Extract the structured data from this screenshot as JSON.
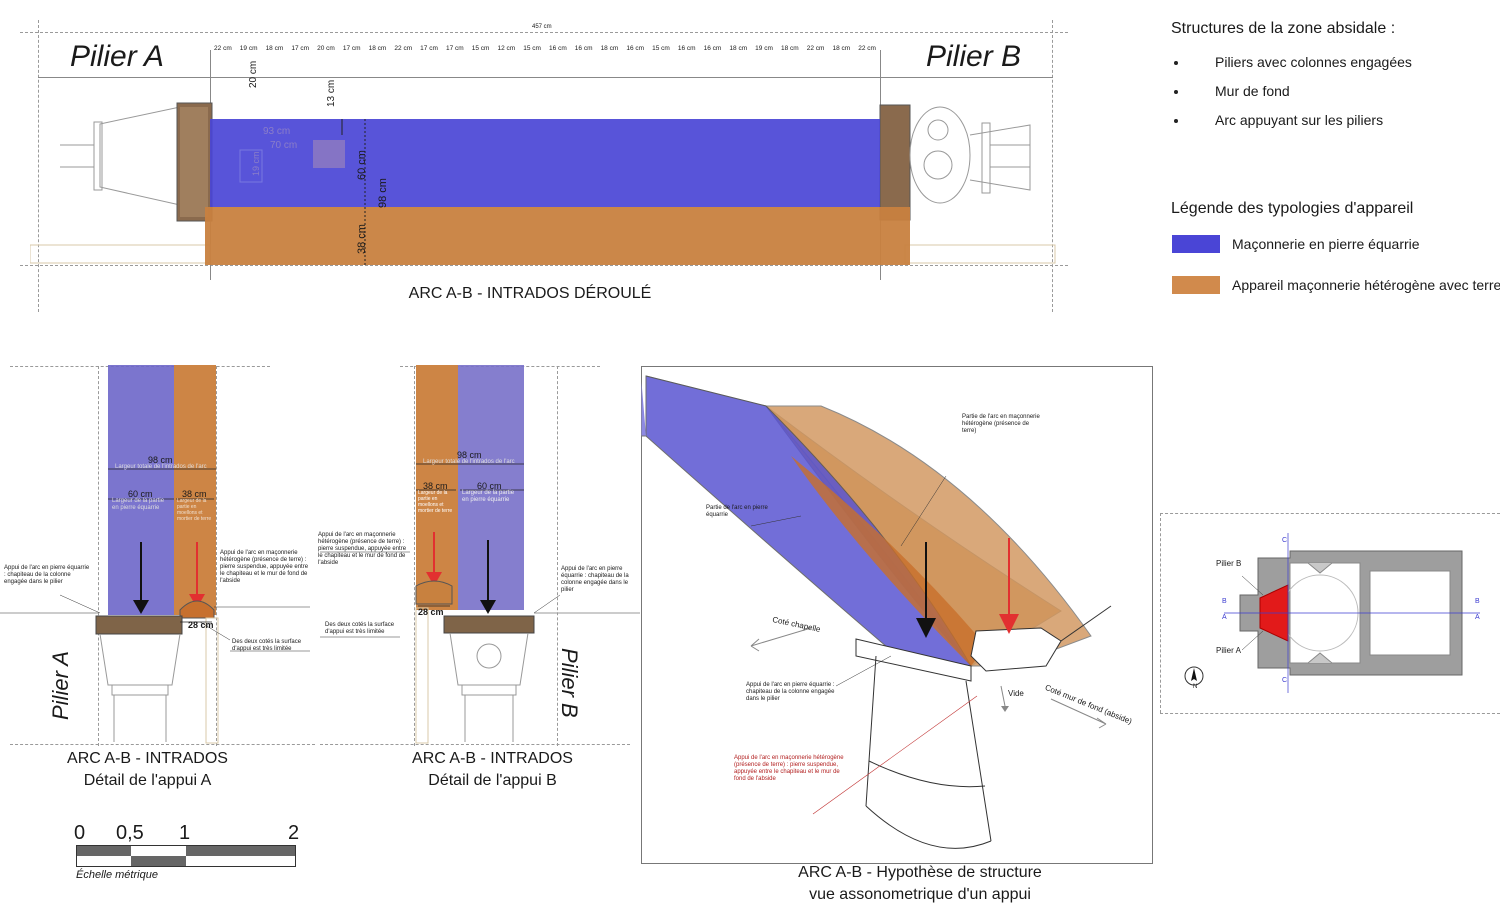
{
  "panel_top": {
    "total_width": "457 cm",
    "pillar_a": "Pilier A",
    "pillar_b": "Pilier B",
    "segments": [
      "22 cm",
      "19 cm",
      "18 cm",
      "17 cm",
      "20 cm",
      "17 cm",
      "18 cm",
      "22 cm",
      "17 cm",
      "17 cm",
      "15 cm",
      "12 cm",
      "15 cm",
      "16 cm",
      "16 cm",
      "18 cm",
      "16 cm",
      "15 cm",
      "16 cm",
      "16 cm",
      "18 cm",
      "19 cm",
      "18 cm",
      "22 cm",
      "18 cm",
      "22 cm"
    ],
    "dim_20": "20 cm",
    "dim_13": "13 cm",
    "dim_93": "93 cm",
    "dim_70": "70 cm",
    "dim_19": "19 cm",
    "dim_60": "60 cm",
    "dim_98": "98 cm",
    "dim_38": "38 cm",
    "caption": "ARC A-B  - INTRADOS DÉROULÉ"
  },
  "legend": {
    "structures_title": "Structures de la zone absidale :",
    "structures": [
      "Piliers avec colonnes engagées",
      "Mur de fond",
      "Arc appuyant sur les piliers"
    ],
    "types_title": "Légende des typologies d'appareil",
    "types": [
      {
        "label": "Maçonnerie en pierre équarrie",
        "color": "#4a45d6"
      },
      {
        "label": "Appareil maçonnerie hétérogène avec terre",
        "color": "#d18a4c"
      }
    ]
  },
  "detail_a": {
    "pillar": "Pilier A",
    "dim_98": "98 cm",
    "note_98": "Largeur totale de l'intrados de l'arc",
    "dim_60": "60 cm",
    "note_60": "Largeur de la partie en pierre équarrie",
    "dim_38": "38 cm",
    "note_38": "Largeur de la partie en moellons et mortier de terre",
    "dim_28": "28 cm",
    "ann_left": "Appui de l'arc en pierre équarrie : chapiteau de la colonne engagée dans le pilier",
    "ann_right": "Appui de l'arc en maçonnerie hétérogène (présence de terre) : pierre suspendue, appuyée entre le chapiteau et le mur de fond de l'abside",
    "ann_bottom": "Des deux cotés la surface d'appui est très limitée",
    "caption_1": "ARC A-B  - INTRADOS",
    "caption_2": "Détail de l'appui A"
  },
  "detail_b": {
    "pillar": "Pilier B",
    "dim_98": "98 cm",
    "note_98": "Largeur totale de l'intrados de l'arc",
    "dim_38": "38 cm",
    "note_38": "Largeur de la partie en moellons et mortier de terre",
    "dim_60": "60 cm",
    "note_60": "Largeur de la partie en pierre équarrie",
    "dim_28": "28 cm",
    "ann_left": "Appui de l'arc en maçonnerie hétérogène (présence de terre) : pierre suspendue, appuyée entre le chapiteau et le mur de fond de l'abside",
    "ann_right": "Appui de l'arc en pierre équarrie : chapiteau de la colonne engagée dans le pilier",
    "ann_bottom": "Des deux cotés la surface d'appui est très limitée",
    "caption_1": "ARC A-B  - INTRADOS",
    "caption_2": "Détail de l'appui B"
  },
  "scale": {
    "ticks": [
      "0",
      "0,5",
      "1",
      "2"
    ],
    "label": "Échelle métrique"
  },
  "axo": {
    "label_hetero": "Partie de l'arc en maçonnerie hétérogène (présence de terre)",
    "label_stone": "Partie de l'arc en pierre équarrie",
    "side_chapel": "Coté chapelle",
    "side_wall": "Coté mur de fond (abside)",
    "void": "Vide",
    "support_stone": "Appui de l'arc en pierre équarrie : chapiteau de la colonne engagée dans le pilier",
    "support_hetero": "Appui de l'arc en maçonnerie hétérogène (présence de terre) : pierre suspendue, appuyée entre le chapiteau et le mur de fond de l'abside",
    "caption_1": "ARC A-B  - Hypothèse de structure",
    "caption_2": "vue assonometrique d'un appui"
  },
  "plan": {
    "pillar_b": "Pilier B",
    "pillar_a": "Pilier A",
    "c_top": "C",
    "c_bottom": "C",
    "b_left": "B",
    "a_left": "A",
    "b_right": "B",
    "a_right": "A",
    "north": "N"
  }
}
